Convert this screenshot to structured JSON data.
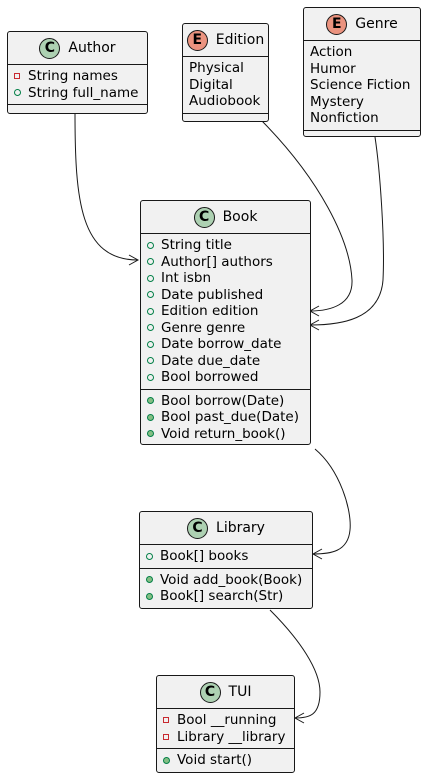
{
  "author": {
    "name": "Author",
    "stereotype": "C",
    "fields": [
      {
        "vis": "private",
        "text": "String names"
      },
      {
        "vis": "public",
        "text": "String full_name"
      }
    ]
  },
  "edition": {
    "name": "Edition",
    "stereotype": "E",
    "values": [
      "Physical",
      "Digital",
      "Audiobook"
    ]
  },
  "genre": {
    "name": "Genre",
    "stereotype": "E",
    "values": [
      "Action",
      "Humor",
      "Science Fiction",
      "Mystery",
      "Nonfiction"
    ]
  },
  "book": {
    "name": "Book",
    "stereotype": "C",
    "fields": [
      {
        "vis": "public",
        "text": "String title"
      },
      {
        "vis": "public",
        "text": "Author[] authors"
      },
      {
        "vis": "public",
        "text": "Int isbn"
      },
      {
        "vis": "public",
        "text": "Date published"
      },
      {
        "vis": "public",
        "text": "Edition edition"
      },
      {
        "vis": "public",
        "text": "Genre genre"
      },
      {
        "vis": "public",
        "text": "Date borrow_date"
      },
      {
        "vis": "public",
        "text": "Date due_date"
      },
      {
        "vis": "public",
        "text": "Bool borrowed"
      }
    ],
    "methods": [
      {
        "vis": "public",
        "text": "Bool borrow(Date)"
      },
      {
        "vis": "public",
        "text": "Bool past_due(Date)"
      },
      {
        "vis": "public",
        "text": "Void return_book()"
      }
    ]
  },
  "library": {
    "name": "Library",
    "stereotype": "C",
    "fields": [
      {
        "vis": "public",
        "text": "Book[] books"
      }
    ],
    "methods": [
      {
        "vis": "public",
        "text": "Void add_book(Book)"
      },
      {
        "vis": "public",
        "text": "Book[] search(Str)"
      }
    ]
  },
  "tui": {
    "name": "TUI",
    "stereotype": "C",
    "fields": [
      {
        "vis": "private",
        "text": "Bool __running"
      },
      {
        "vis": "private",
        "text": "Library __library"
      }
    ],
    "methods": [
      {
        "vis": "public",
        "text": "Void start()"
      }
    ]
  },
  "colors": {
    "class_badge": "#add1b2",
    "enum_badge": "#eb937f",
    "box_fill": "#f1f1f1",
    "border": "#181818",
    "private_marker": "#c82930",
    "public_marker": "#038048"
  }
}
